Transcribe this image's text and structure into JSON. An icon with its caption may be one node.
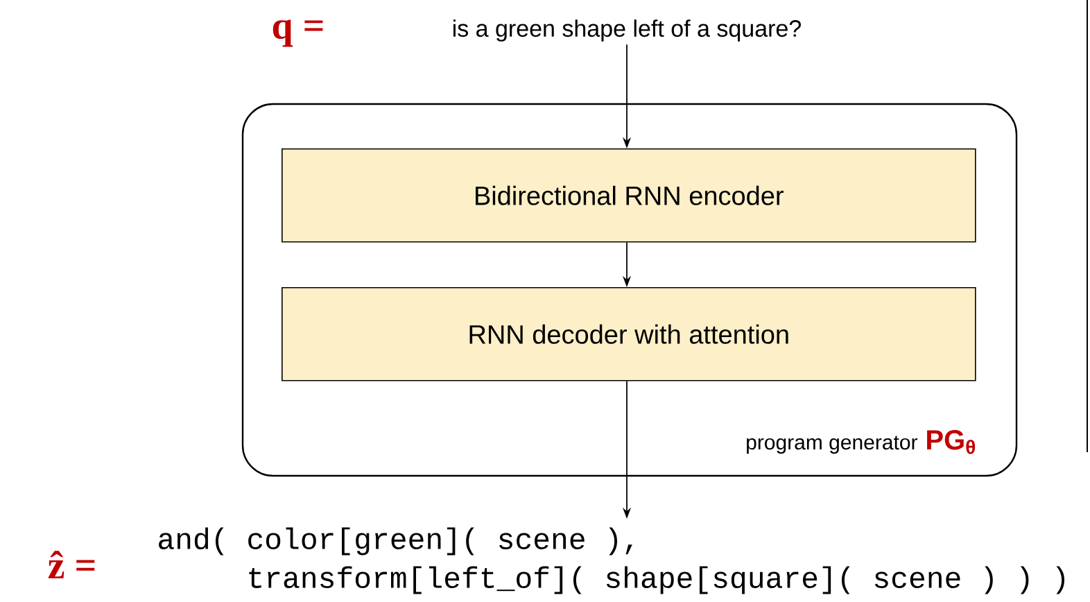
{
  "diagram": {
    "nodes": [
      {
        "text": [
          "is a green shape left of a square?"
        ],
        "beside": [
          "q ="
        ]
      },
      {
        "text": [
          "program generator",
          "PG$_{θ}$"
        ]
      },
      {
        "text": [
          "Bidirectional RNN encoder"
        ],
        "in": 1
      },
      {
        "text": [
          "RNN decoder with attention"
        ],
        "in": 1
      },
      {
        "text": [
          "and( color[green]( scene ), transform[left_of]( shape[square]( scene ) ) )"
        ],
        "beside": [
          "ẑ ="
        ]
      }
    ],
    "edges": [
      {
        "from": 0,
        "to": 2,
        "arrow": "to"
      },
      {
        "from": 2,
        "to": 3,
        "arrow": "to"
      },
      {
        "from": 3,
        "to": 4,
        "arrow": "to"
      }
    ]
  }
}
